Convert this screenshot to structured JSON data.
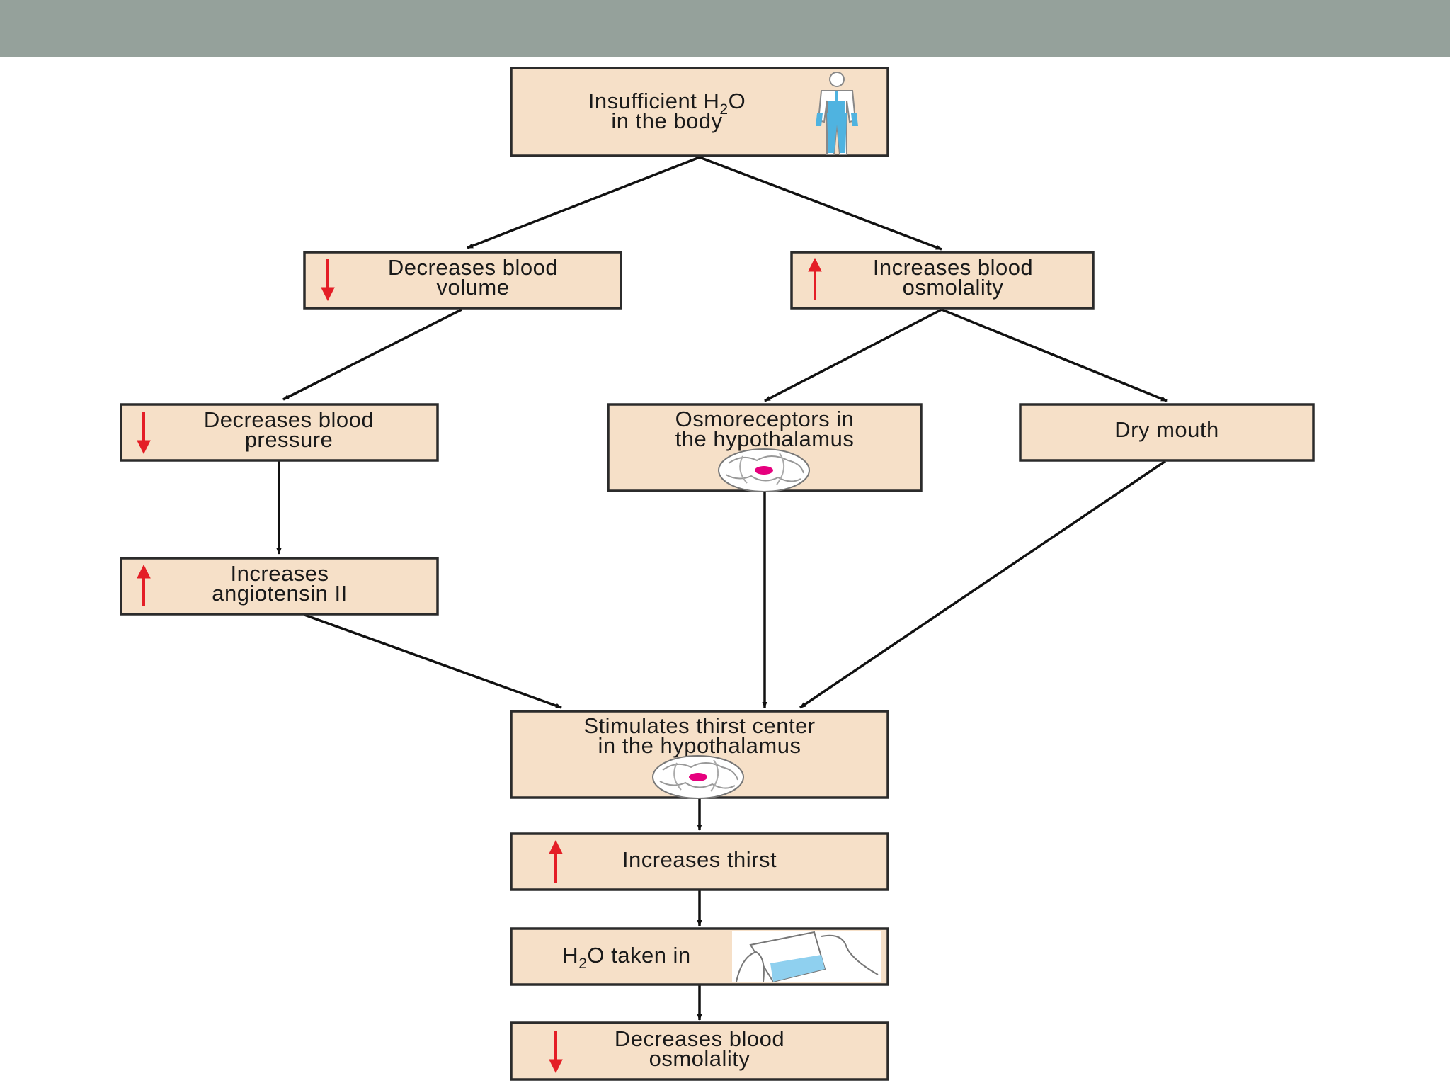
{
  "nodes": {
    "insufficient": {
      "line1_pre": "Insufficient H",
      "sub": "2",
      "line1_post": "O",
      "line2": "in the body"
    },
    "dec_blood_volume": {
      "line1": "Decreases blood",
      "line2": "volume",
      "indicator": "down-arrow"
    },
    "inc_blood_osmolality": {
      "line1": "Increases blood",
      "line2": "osmolality",
      "indicator": "up-arrow"
    },
    "dec_blood_pressure": {
      "line1": "Decreases blood",
      "line2": "pressure",
      "indicator": "down-arrow"
    },
    "osmoreceptors": {
      "line1": "Osmoreceptors in",
      "line2": "the hypothalamus"
    },
    "dry_mouth": {
      "line1": "Dry mouth"
    },
    "inc_angiotensin": {
      "line1": "Increases",
      "line2": "angiotensin II",
      "indicator": "up-arrow"
    },
    "thirst_center": {
      "line1": "Stimulates thirst center",
      "line2": "in the hypothalamus"
    },
    "inc_thirst": {
      "line1": "Increases thirst",
      "indicator": "up-arrow"
    },
    "h2o_taken": {
      "pre": "H",
      "sub": "2",
      "post": "O taken in"
    },
    "dec_osmolality": {
      "line1": "Decreases blood",
      "line2": "osmolality",
      "indicator": "down-arrow"
    }
  },
  "colors": {
    "header_bar": "#95a19b",
    "box_fill": "#f6e0c8",
    "indicator": "#e41e26",
    "body_figure": "#4fb3e0",
    "hypothalamus_spot": "#e6007e"
  }
}
